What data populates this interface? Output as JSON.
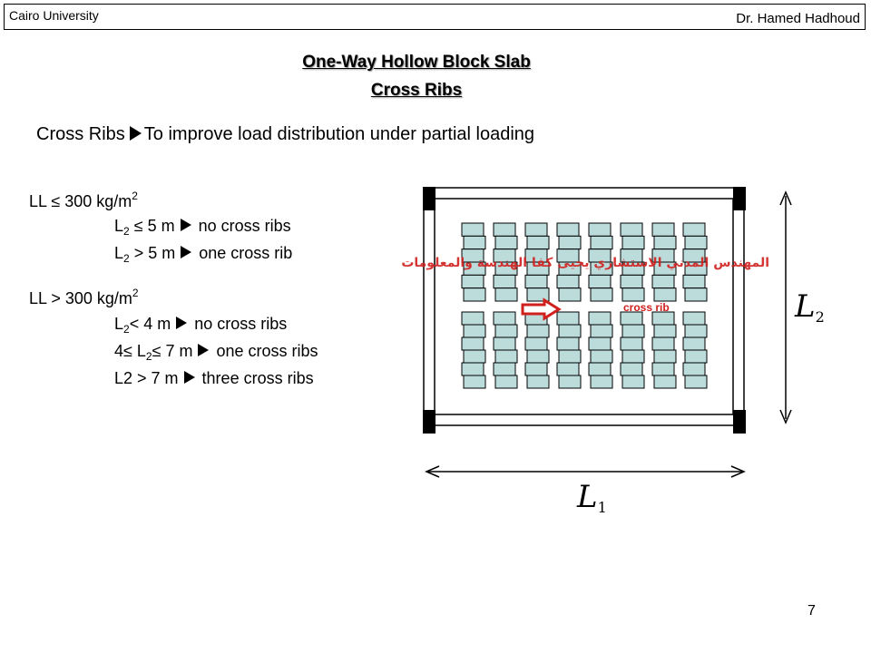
{
  "header": {
    "left": "Cairo University",
    "right": "Dr. Hamed Hadhoud"
  },
  "title": {
    "line1": "One-Way Hollow Block Slab",
    "line2": "Cross Ribs"
  },
  "intro": {
    "term": "Cross Ribs",
    "text": "To improve load distribution under partial loading"
  },
  "group1": {
    "condition": {
      "pre": "LL ≤ 300 kg/m",
      "sup": "2"
    },
    "items": [
      {
        "pre": "L",
        "sub": "2",
        "rel": " ≤ 5 m",
        "result": "no cross ribs"
      },
      {
        "pre": "L",
        "sub": "2",
        "rel": " > 5 m",
        "result": "one cross rib"
      }
    ]
  },
  "group2": {
    "condition": {
      "pre": "LL > 300 kg/m",
      "sup": "2"
    },
    "items": [
      {
        "pre": "L",
        "sub": "2",
        "rel": "< 4 m",
        "result": "no cross ribs"
      },
      {
        "pre": "4≤ L",
        "sub": "2",
        "rel": "≤ 7 m",
        "result": "one cross ribs"
      },
      {
        "pre": "L2 > 7 m",
        "sub": "",
        "rel": "",
        "result": "three cross ribs"
      }
    ]
  },
  "diagram": {
    "cross_rib_label": "cross rib",
    "watermark": "المهندس المدني الاستشاري يحيى كفا   الهندسة والمعلومات",
    "dimension_L1": {
      "letter": "L",
      "sub": "1"
    },
    "dimension_L2": {
      "letter": "L",
      "sub": "2"
    },
    "arrow_color": "#d0201e",
    "block_fill": "#bcdcdc"
  },
  "page_number": "7"
}
